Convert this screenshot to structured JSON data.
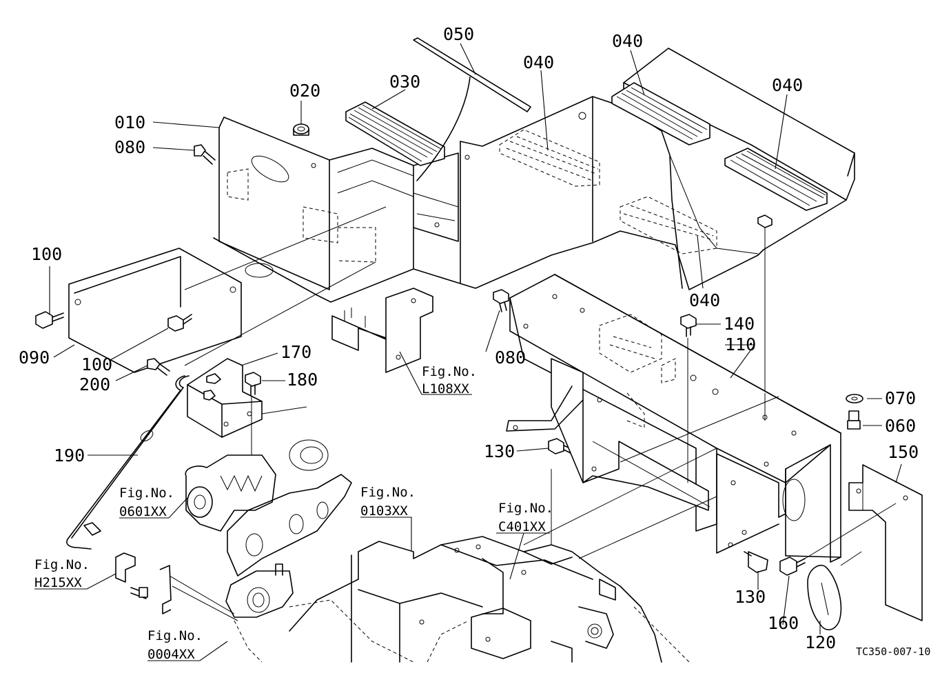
{
  "part_labels": {
    "p010": "010",
    "p020": "020",
    "p030": "030",
    "p040a": "040",
    "p040b": "040",
    "p040c": "040",
    "p040d": "040",
    "p050": "050",
    "p060": "060",
    "p070": "070",
    "p080a": "080",
    "p080b": "080",
    "p090": "090",
    "p100a": "100",
    "p100b": "100",
    "p110": "110",
    "p120": "120",
    "p130a": "130",
    "p130b": "130",
    "p140": "140",
    "p150": "150",
    "p160": "160",
    "p170": "170",
    "p180": "180",
    "p190": "190",
    "p200": "200"
  },
  "figure_refs": {
    "l108": {
      "line1": "Fig.No.",
      "line2": "L108XX"
    },
    "f0601": {
      "line1": "Fig.No.",
      "line2": "0601XX"
    },
    "f0103": {
      "line1": "Fig.No.",
      "line2": "0103XX"
    },
    "c401": {
      "line1": "Fig.No.",
      "line2": "C401XX"
    },
    "h215": {
      "line1": "Fig.No.",
      "line2": "H215XX"
    },
    "f0004": {
      "line1": "Fig.No.",
      "line2": "0004XX"
    }
  },
  "drawing_code": "TC350-007-10"
}
